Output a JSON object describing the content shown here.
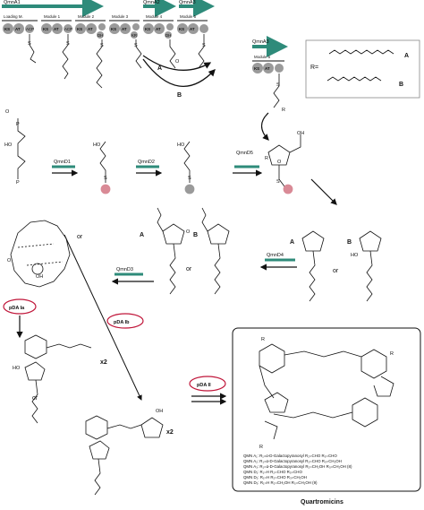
{
  "genes": {
    "qmnA1": "QmnA1",
    "qmnA2": "QmnA2",
    "qmnA3": "QmnA3",
    "qmnA3_right": "QmnA3",
    "qmnD1": "QmnD1",
    "qmnD2": "QmnD2",
    "qmnD5": "QmnD5",
    "qmnD3": "QmnD3",
    "qmnD4": "QmnD4"
  },
  "modules": {
    "loading": "Loading M.",
    "m1": "Module 1",
    "m2": "Module 2",
    "m3": "Module 3",
    "m4": "Module 4",
    "m5": "Module 5",
    "m5_right": "Module 5"
  },
  "domains": {
    "ks": "KS",
    "at": "AT",
    "acp": "ACP",
    "dh": "DH",
    "kr": "KR"
  },
  "labels": {
    "r_equals": "R=",
    "r_a": "A",
    "r_b": "B",
    "arrow_a": "A",
    "arrow_b": "B",
    "row2_a1": "A",
    "row2_b1": "B",
    "row2_a2": "A",
    "row2_b2": "B",
    "or1": "or",
    "or2": "or",
    "or3": "or",
    "or4": "or",
    "x2_top": "x2",
    "x2_bottom": "x2"
  },
  "steps": {
    "pda_ia": "pDA Ia",
    "pda_ib": "pDA Ib",
    "pda_ii": "pDA II"
  },
  "atoms": {
    "s": "S",
    "o": "O",
    "oh": "OH",
    "ho": "HO",
    "r": "R",
    "p": "P"
  },
  "compounds": [
    {
      "name": "QMN A₁: R₁=α-D-Galactopyranosyl R₂=CHO R₃=CHO"
    },
    {
      "name": "QMN A₂: R₁=α-D-Galactopyranosyl R₂=CHO R₃=CH₂OH"
    },
    {
      "name": "QMN A₃: R₁=α-D-Galactopyranosyl R₂=CH₂OH R₃=CH₂OH (8)"
    },
    {
      "name": "QMN D₁: R₁=H R₂=CHO R₃=CHO"
    },
    {
      "name": "QMN D₂: R₁=H R₂=CHO R₃=CH₂OH"
    },
    {
      "name": "QMN D₃: R₁=H R₂=CH₂OH R₃=CH₂OH (9)"
    }
  ],
  "product_title": "Quartromicins",
  "colors": {
    "gene_bar": "#2e8b7a",
    "pda_ring": "#c0163a",
    "domain_gray": "#9a9a9a",
    "thiolation_pink": "#d98a96"
  }
}
